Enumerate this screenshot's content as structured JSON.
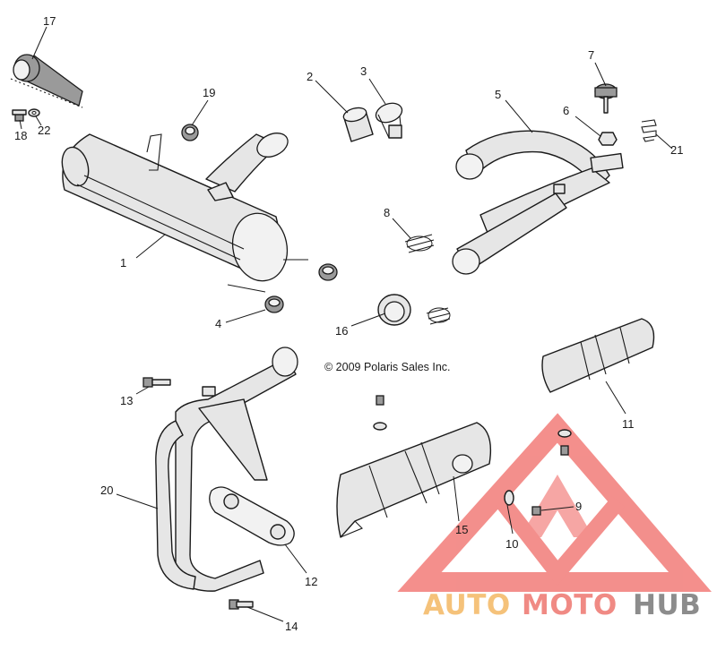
{
  "diagram": {
    "copyright": "© 2009 Polaris Sales Inc.",
    "callouts": [
      "1",
      "2",
      "3",
      "4",
      "5",
      "6",
      "7",
      "8",
      "9",
      "10",
      "11",
      "12",
      "13",
      "14",
      "15",
      "16",
      "17",
      "18",
      "19",
      "20",
      "21",
      "22"
    ]
  },
  "watermark": {
    "part1": "AUTO",
    "part2": "MOTO",
    "part3": "HUB",
    "colors": {
      "auto": "#f5c27a",
      "moto": "#f08a84",
      "hub": "#8c8c8c",
      "triangle": "#f06a66"
    }
  }
}
